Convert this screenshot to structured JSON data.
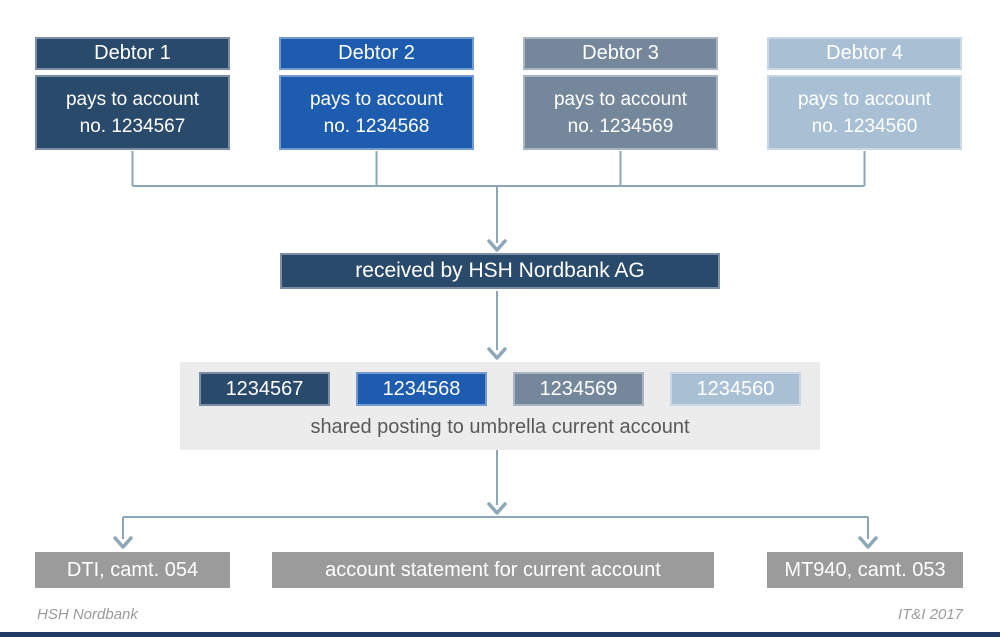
{
  "palette": {
    "navy": "#2A4A6B",
    "bright_blue": "#1D5CAE",
    "slate_blue": "#75889B",
    "light_blue": "#A9C0D4",
    "output_gray": "#9B9B9B",
    "container_gray": "#ECECEC",
    "connector_blue_gray": "#8CA7B8",
    "shared_label_gray": "#58595B",
    "footer_gray": "#9B9B9B",
    "bottom_rule_navy": "#1F3B63"
  },
  "debtors": [
    {
      "label": "Debtor 1",
      "pays_line1": "pays to account",
      "pays_line2": "no. 1234567",
      "account": "1234567",
      "color": "#2A4A6B"
    },
    {
      "label": "Debtor 2",
      "pays_line1": "pays to account",
      "pays_line2": "no. 1234568",
      "account": "1234568",
      "color": "#1D5CAE"
    },
    {
      "label": "Debtor 3",
      "pays_line1": "pays to account",
      "pays_line2": "no. 1234569",
      "account": "1234569",
      "color": "#75889B"
    },
    {
      "label": "Debtor 4",
      "pays_line1": "pays to account",
      "pays_line2": "no. 1234560",
      "account": "1234560",
      "color": "#A9C0D4"
    }
  ],
  "received": {
    "label": "received by HSH Nordbank AG"
  },
  "shared": {
    "label": "shared posting to umbrella current account"
  },
  "outputs": [
    {
      "label": "DTI, camt. 054"
    },
    {
      "label": "account statement for current account"
    },
    {
      "label": "MT940, camt. 053"
    }
  ],
  "footer": {
    "left": "HSH Nordbank",
    "right": "IT&I 2017"
  }
}
